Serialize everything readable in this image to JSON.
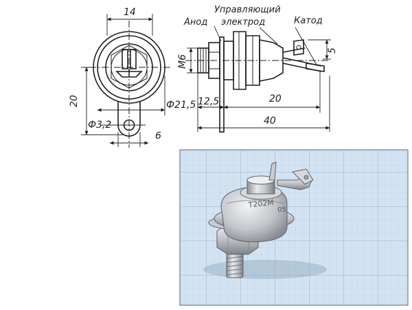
{
  "drawing": {
    "dims": {
      "width_top": "14",
      "height_left": "20",
      "hole_dia": "Ф3,2",
      "tab_width": "6",
      "body_dia": "Ф21,5",
      "thread": "M6",
      "stud_len": "12,5",
      "body_len": "20",
      "total_len": "40",
      "lead_dim": "5"
    },
    "labels": {
      "anode": "Анод",
      "gate_line1": "Управляющий",
      "gate_line2": "электрод",
      "cathode": "Катод"
    }
  },
  "photo": {
    "marking_1": "Т202М",
    "marking_2": "05"
  },
  "colors": {
    "ink": "#1d1d1d",
    "grid_bg": "#cfe0f0",
    "grid_line": "#9fbcd9",
    "metal_light": "#e6e7ea",
    "metal_mid": "#b9bcc2",
    "metal_dark": "#7f838a"
  }
}
